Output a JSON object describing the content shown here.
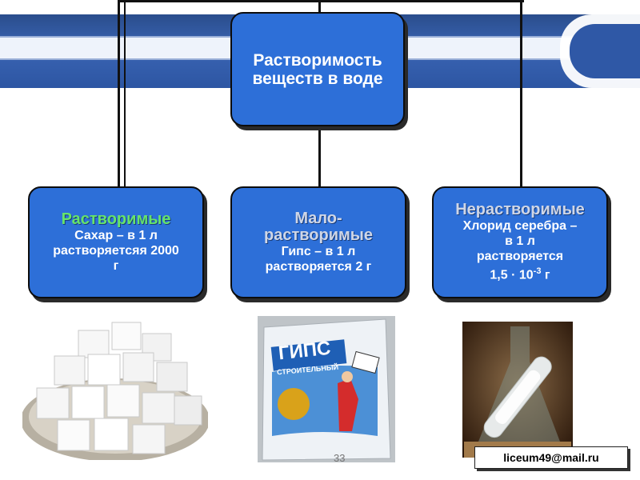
{
  "diagram": {
    "root": {
      "title": "Растворимость веществ в воде"
    },
    "categories": [
      {
        "title": "Растворимые",
        "description_lines": [
          "Сахар – в 1 л",
          "растворяетсяя 2000",
          "г"
        ]
      },
      {
        "title": "Мало-растворимые",
        "description_lines": [
          "Гипс – в 1 л",
          "растворяется 2 г"
        ]
      },
      {
        "title": "Нерастворимые",
        "description_lines": [
          "Хлорид серебра –",
          "в 1 л",
          "растворяется",
          "1,5 · 10",
          "-3",
          " г"
        ]
      }
    ]
  },
  "images": {
    "gyps_package": {
      "brand_text": "ГИПС",
      "subtitle": "СТРОИТЕЛЬНЫЙ"
    }
  },
  "footer": {
    "page_number": "33",
    "email": "liceum49@mail.ru"
  },
  "colors": {
    "box_fill": "#2d6fd8",
    "category_title_green": "#66e36a",
    "band": "#2a4d8c"
  }
}
